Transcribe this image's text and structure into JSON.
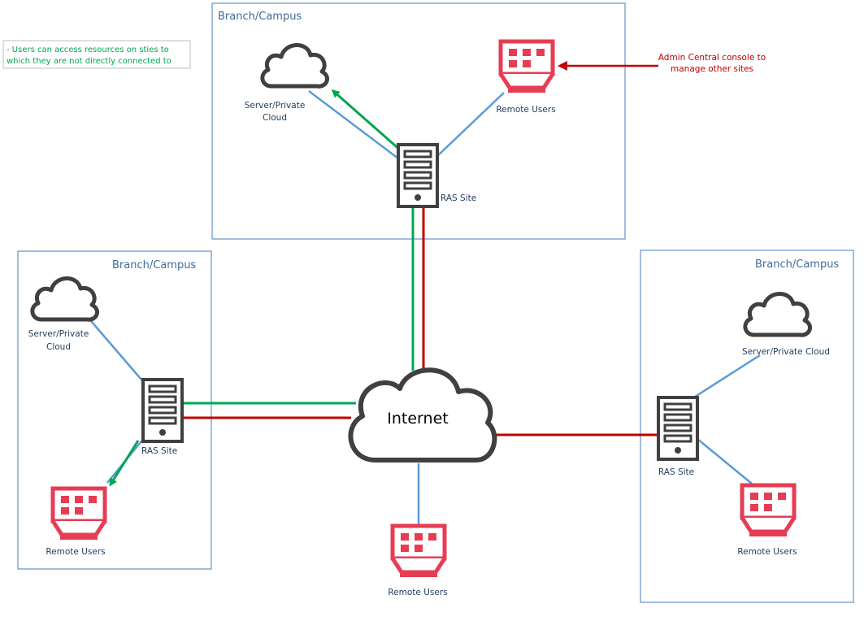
{
  "colors": {
    "box_border": "#6f9bcb",
    "box_title": "#3d6b9a",
    "blue_link": "#5b9bd5",
    "green_link": "#00a651",
    "red_link": "#c00000",
    "device_dark": "#404040",
    "remote_users": "#e63d54",
    "note_text": "#00a651",
    "annotation_text": "#c00000",
    "note_border": "#bfbfbf"
  },
  "note": {
    "lines": [
      "- Users can access resources on sties to",
      "which they are not directly connected to"
    ]
  },
  "annotation": {
    "lines": [
      "Admin Central console to",
      "manage other sites"
    ]
  },
  "internet": {
    "label": "Internet"
  },
  "central_remote_users": {
    "label": "Remote Users"
  },
  "sites": {
    "top": {
      "title": "Branch/Campus",
      "cloud_label": [
        "Server/Private",
        "Cloud"
      ],
      "ras_label": "RAS Site",
      "users_label": "Remote Users"
    },
    "left": {
      "title": "Branch/Campus",
      "cloud_label": [
        "Server/Private",
        "Cloud"
      ],
      "ras_label": "RAS Site",
      "users_label": "Remote Users"
    },
    "right": {
      "title": "Branch/Campus",
      "cloud_label": [
        "Server/Private Cloud"
      ],
      "ras_label": "RAS Site",
      "users_label": "Remote Users"
    }
  }
}
